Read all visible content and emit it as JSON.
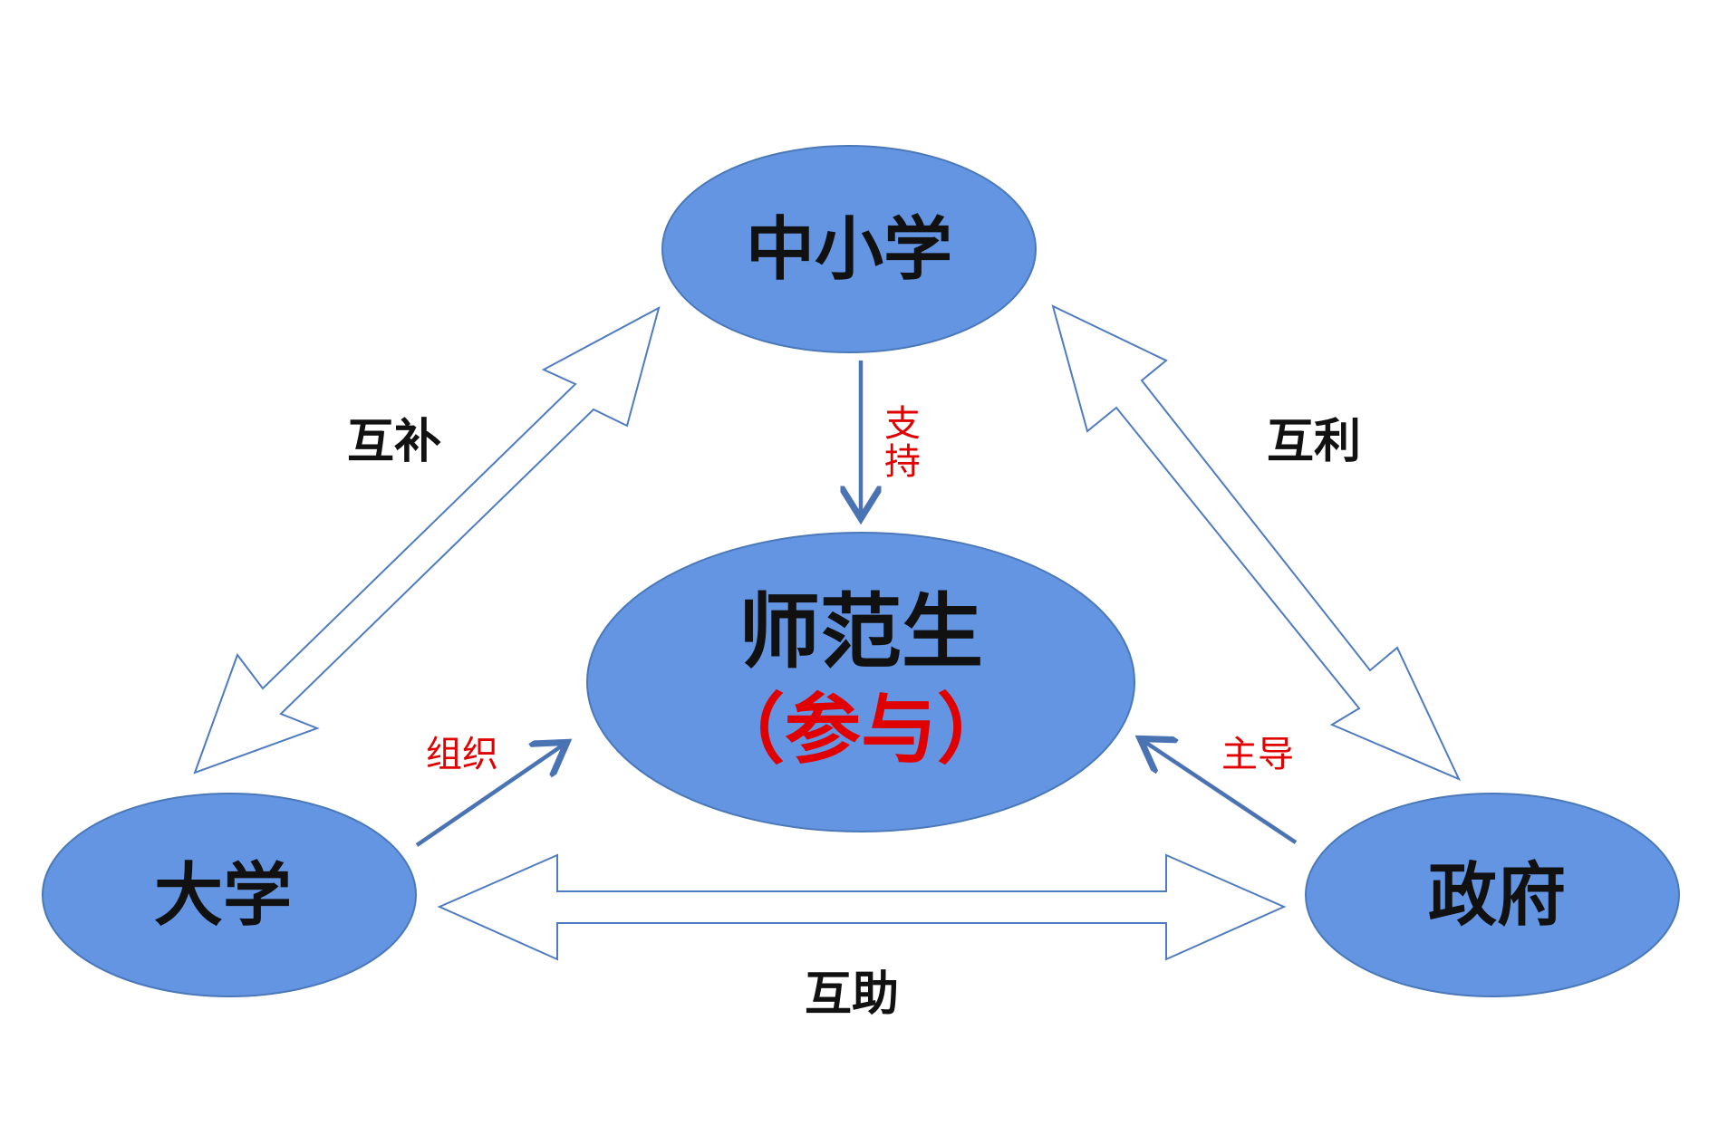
{
  "nodes": {
    "top": {
      "label": "中小学"
    },
    "center": {
      "label": "师范生",
      "sublabel": "（参与）"
    },
    "left": {
      "label": "大学"
    },
    "right": {
      "label": "政府"
    }
  },
  "relations": {
    "left_top": "互补",
    "top_right": "互利",
    "left_right": "互助"
  },
  "actions": {
    "top_to_center_line1": "支",
    "top_to_center_line2": "持",
    "left_to_center": "组织",
    "right_to_center": "主导"
  },
  "colors": {
    "node_fill": "#6495e3",
    "node_stroke": "#4a78b8",
    "arrow_stroke": "#4a73b3",
    "action_text": "#e00000"
  }
}
